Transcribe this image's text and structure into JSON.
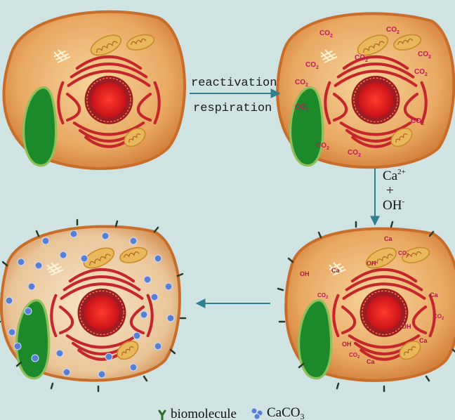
{
  "labels": {
    "reactivation": "reactivation",
    "respiration": "respiration",
    "ca_ion": "Ca",
    "ca_charge": "2+",
    "plus": "+",
    "oh_ion": "OH",
    "oh_charge": "-"
  },
  "cell_labels": {
    "co2_base": "CO",
    "co2_sub": "2",
    "oh": "OH",
    "ca": "Ca"
  },
  "legend": {
    "biomolecule": "biomolecule",
    "caco3_base": "CaCO",
    "caco3_sub": "3"
  },
  "colors": {
    "background": "#cfe3e3",
    "cytoplasm": "#e7a25a",
    "membrane": "#c96d2a",
    "nucleus": "#d81a1f",
    "er": "#c4262c",
    "chloroplast": "#1c8a2a",
    "mitochondria": "#e8b85a",
    "co2_text": "#c2185b",
    "caco3": "#5a7fd0",
    "biomolecule": "#2a6e2a",
    "arrow": "#2f7f8f"
  }
}
